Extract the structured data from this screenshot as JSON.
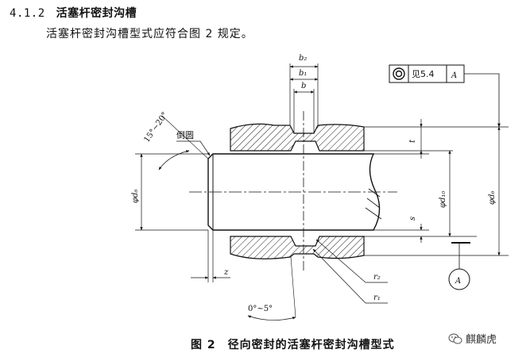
{
  "section": {
    "number": "4.1.2",
    "title": "活塞杆密封沟槽"
  },
  "body_text": "活塞杆密封沟槽型式应符合图 2 规定。",
  "figure": {
    "caption": "图 2　径向密封的活塞杆密封沟槽型式",
    "labels": {
      "b2": "b₂",
      "b1": "b₁",
      "b": "b",
      "chamfer": "倒圆",
      "angle_top": "15°~20°",
      "d6_left": "φd₆",
      "z": "z",
      "t": "t",
      "s": "s",
      "d10": "φd₁₀",
      "d6_right": "φd₆",
      "r2": "r₂",
      "r1": "r₁",
      "angle_bottom": "0°~5°",
      "datum": "A",
      "tol_ref": "见5.4",
      "tol_datum": "A"
    }
  },
  "watermark": "麒麟虎"
}
